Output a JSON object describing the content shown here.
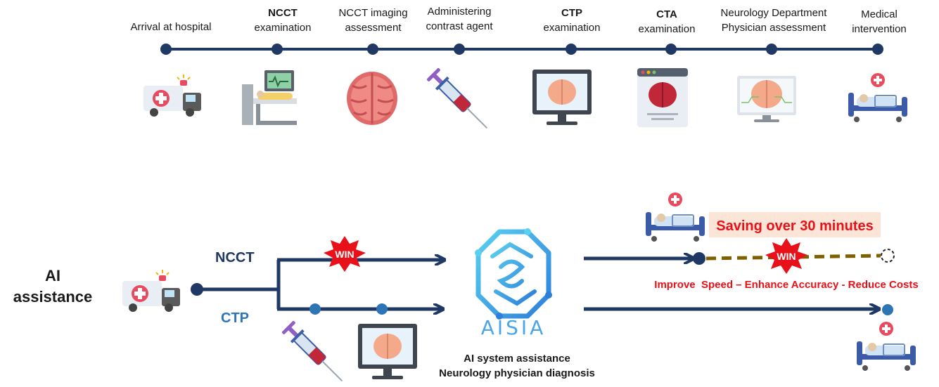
{
  "timeline": {
    "steps": [
      {
        "line1": "",
        "line1_bold": "",
        "line2": "Arrival at hospital"
      },
      {
        "line1": "",
        "line1_bold": "NCCT",
        "line2": "examination"
      },
      {
        "line1": "NCCT imaging",
        "line1_bold": "",
        "line2": "assessment"
      },
      {
        "line1": "Administering",
        "line1_bold": "",
        "line2": "contrast agent"
      },
      {
        "line1": "",
        "line1_bold": "CTP",
        "line2": "examination"
      },
      {
        "line1": "",
        "line1_bold": "CTA",
        "line2": "examination"
      },
      {
        "line1": "Neurology Department",
        "line1_bold": "",
        "line2": "Physician assessment"
      },
      {
        "line1": "Medical",
        "line1_bold": "",
        "line2": "intervention"
      }
    ],
    "icons": [
      "ambulance-icon",
      "ct-scanner-icon",
      "brain-icon",
      "syringe-icon",
      "monitor-brain-icon",
      "cta-scan-icon",
      "monitor-brain-icon",
      "hospital-bed-icon"
    ]
  },
  "ai_section": {
    "title_line1": "AI",
    "title_line2": "assistance",
    "branch_ncct": "NCCT",
    "branch_ctp": "CTP",
    "win_label": "WIN",
    "logo_text": "AISIA",
    "system_line1": "AI system assistance",
    "system_line2": "Neurology physician diagnosis",
    "saving_text": "Saving over 30 minutes",
    "benefits_text": "Improve  Speed – Enhance Accuracy - Reduce Costs"
  },
  "colors": {
    "navy": "#1f3864",
    "ctp_blue": "#2e75b6",
    "red": "#e8111a",
    "olive_dash": "#7f6000",
    "saving_bg": "#fbe5d6",
    "logo_blue": "#4aa6e6"
  }
}
